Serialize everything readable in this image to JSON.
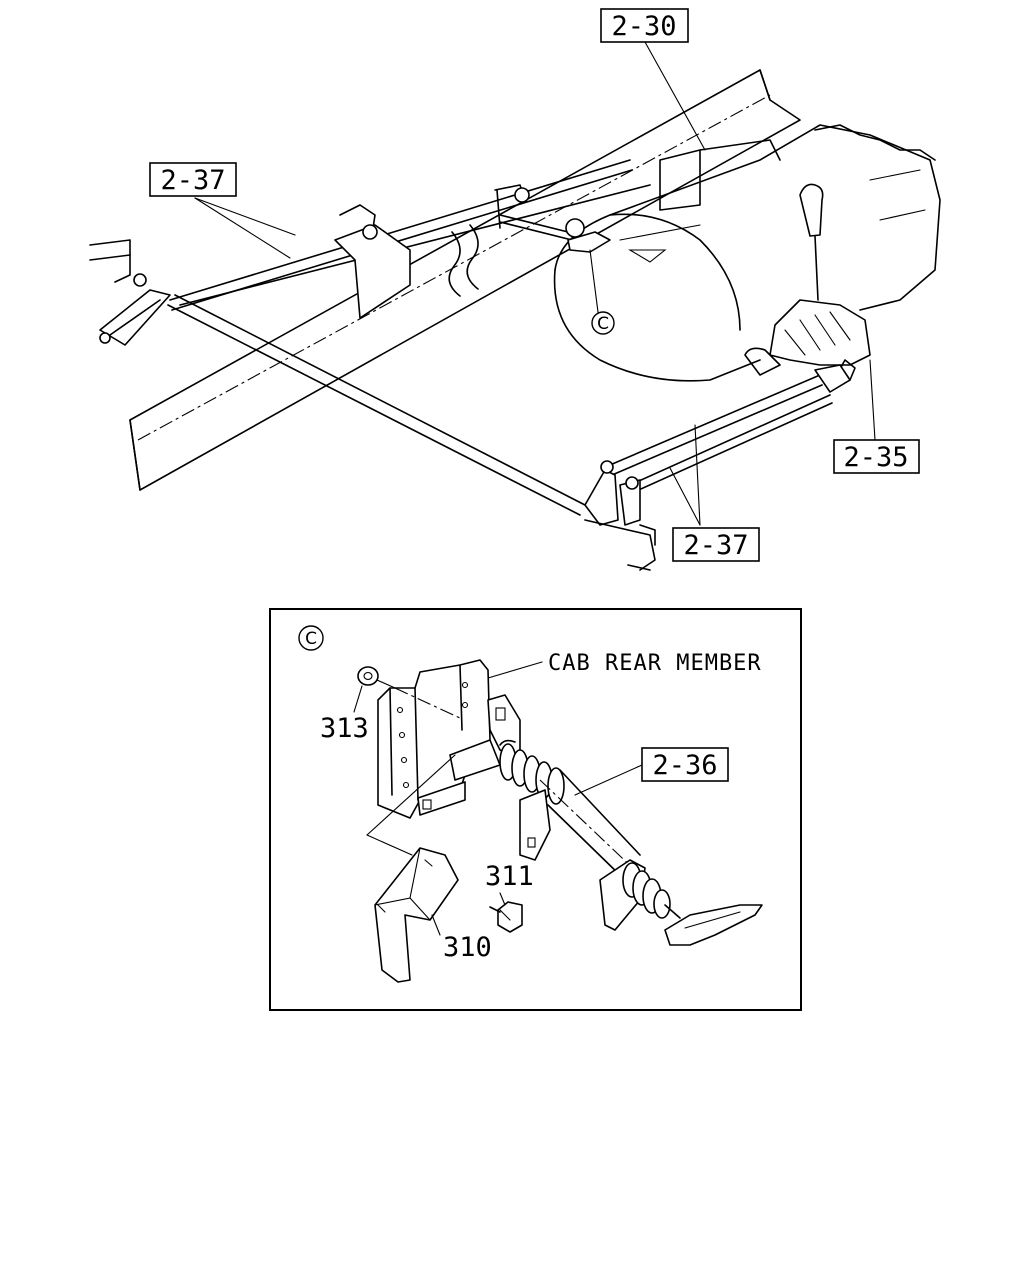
{
  "callouts": {
    "ref_2_30": "2-30",
    "ref_2_37_left": "2-37",
    "ref_2_37_right": "2-37",
    "ref_2_35": "2-35",
    "ref_2_36": "2-36",
    "detail_marker": "C",
    "detail_marker_inset": "C"
  },
  "inset": {
    "cab_rear_member": "CAB REAR MEMBER",
    "part_313": "313",
    "part_311": "311",
    "part_310": "310"
  }
}
